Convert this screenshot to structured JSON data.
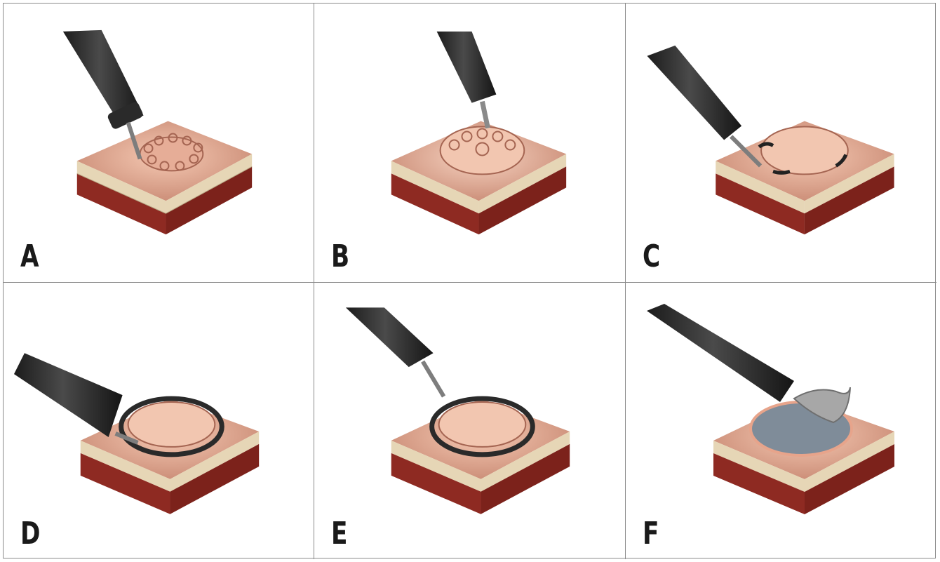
{
  "panels": [
    {
      "label": "A",
      "tool": "injection-needle"
    },
    {
      "label": "B",
      "tool": "snare-needle-knife"
    },
    {
      "label": "C",
      "tool": "insulated-knife"
    },
    {
      "label": "D",
      "tool": "circumferential-incision-knife"
    },
    {
      "label": "E",
      "tool": "knife-withdrawn"
    },
    {
      "label": "F",
      "tool": "dissection-cap"
    }
  ],
  "colors": {
    "mucosa": "#d8a08a",
    "mucosa_highlight": "#f2c3ad",
    "submucosa": "#e3d5b8",
    "muscle": "#8e2a22",
    "scope": "#2b2b2b"
  }
}
